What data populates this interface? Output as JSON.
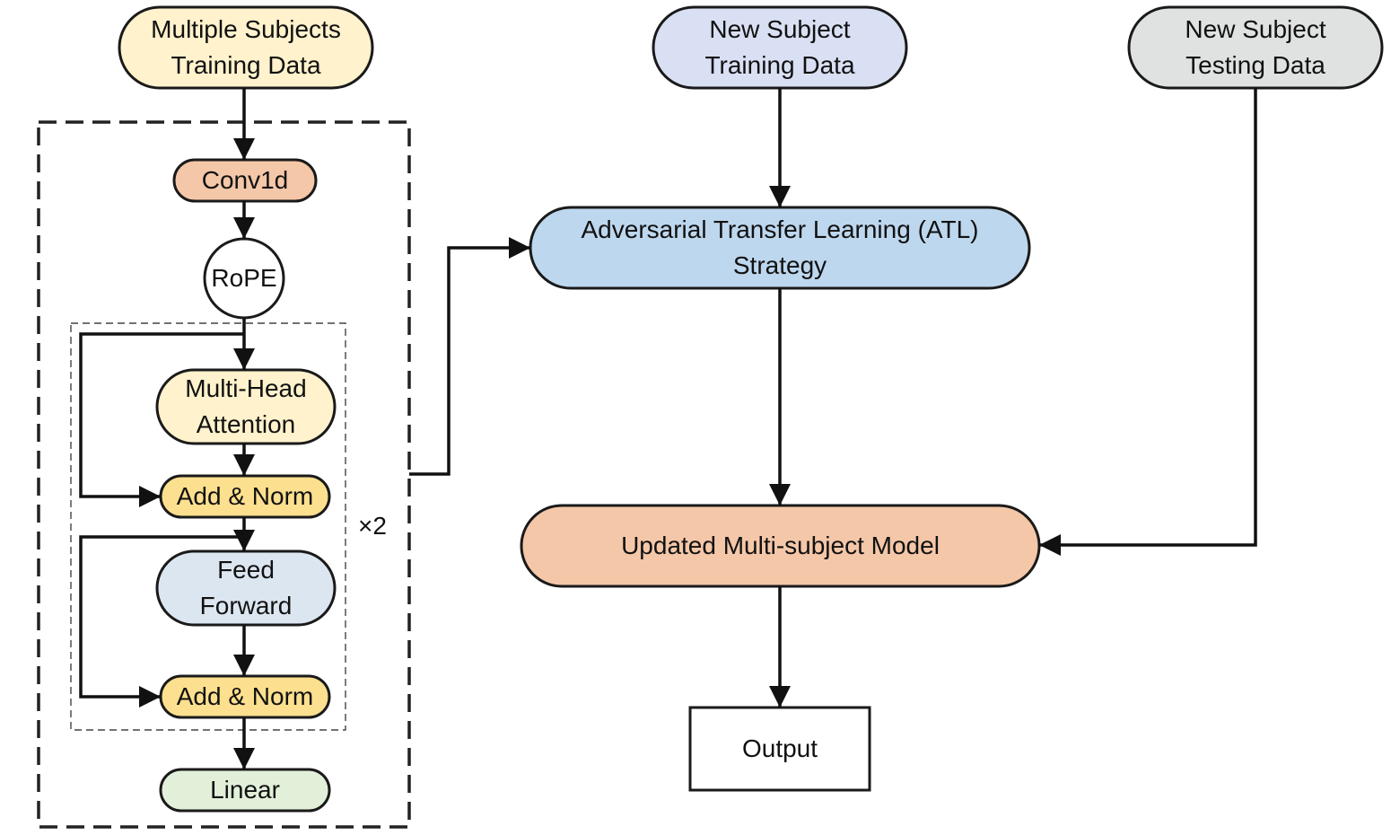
{
  "colors": {
    "cream": "#FFF2CC",
    "lavender": "#DAE0F3",
    "gray": "#E0E2E1",
    "salmon": "#F4C7A8",
    "light_blue": "#BDD7EE",
    "pale_blue": "#DCE6F1",
    "gold": "#FDE08F",
    "green": "#E2F0D9",
    "white": "#FFFFFF"
  },
  "nodes": {
    "multi_subject_data": {
      "text": "Multiple Subjects\nTraining Data"
    },
    "new_subject_training": {
      "text": "New Subject\nTraining Data"
    },
    "new_subject_testing": {
      "text": "New Subject\nTesting Data"
    },
    "conv1d": {
      "text": "Conv1d"
    },
    "rope": {
      "text": "RoPE"
    },
    "mha": {
      "text": "Multi-Head\nAttention"
    },
    "add_norm_1": {
      "text": "Add & Norm"
    },
    "feed_forward": {
      "text": "Feed\nForward"
    },
    "add_norm_2": {
      "text": "Add & Norm"
    },
    "linear": {
      "text": "Linear"
    },
    "atl": {
      "text": "Adversarial Transfer Learning (ATL)\nStrategy"
    },
    "updated_model": {
      "text": "Updated Multi-subject Model"
    },
    "output": {
      "text": "Output"
    }
  },
  "repeat_label": "×2"
}
